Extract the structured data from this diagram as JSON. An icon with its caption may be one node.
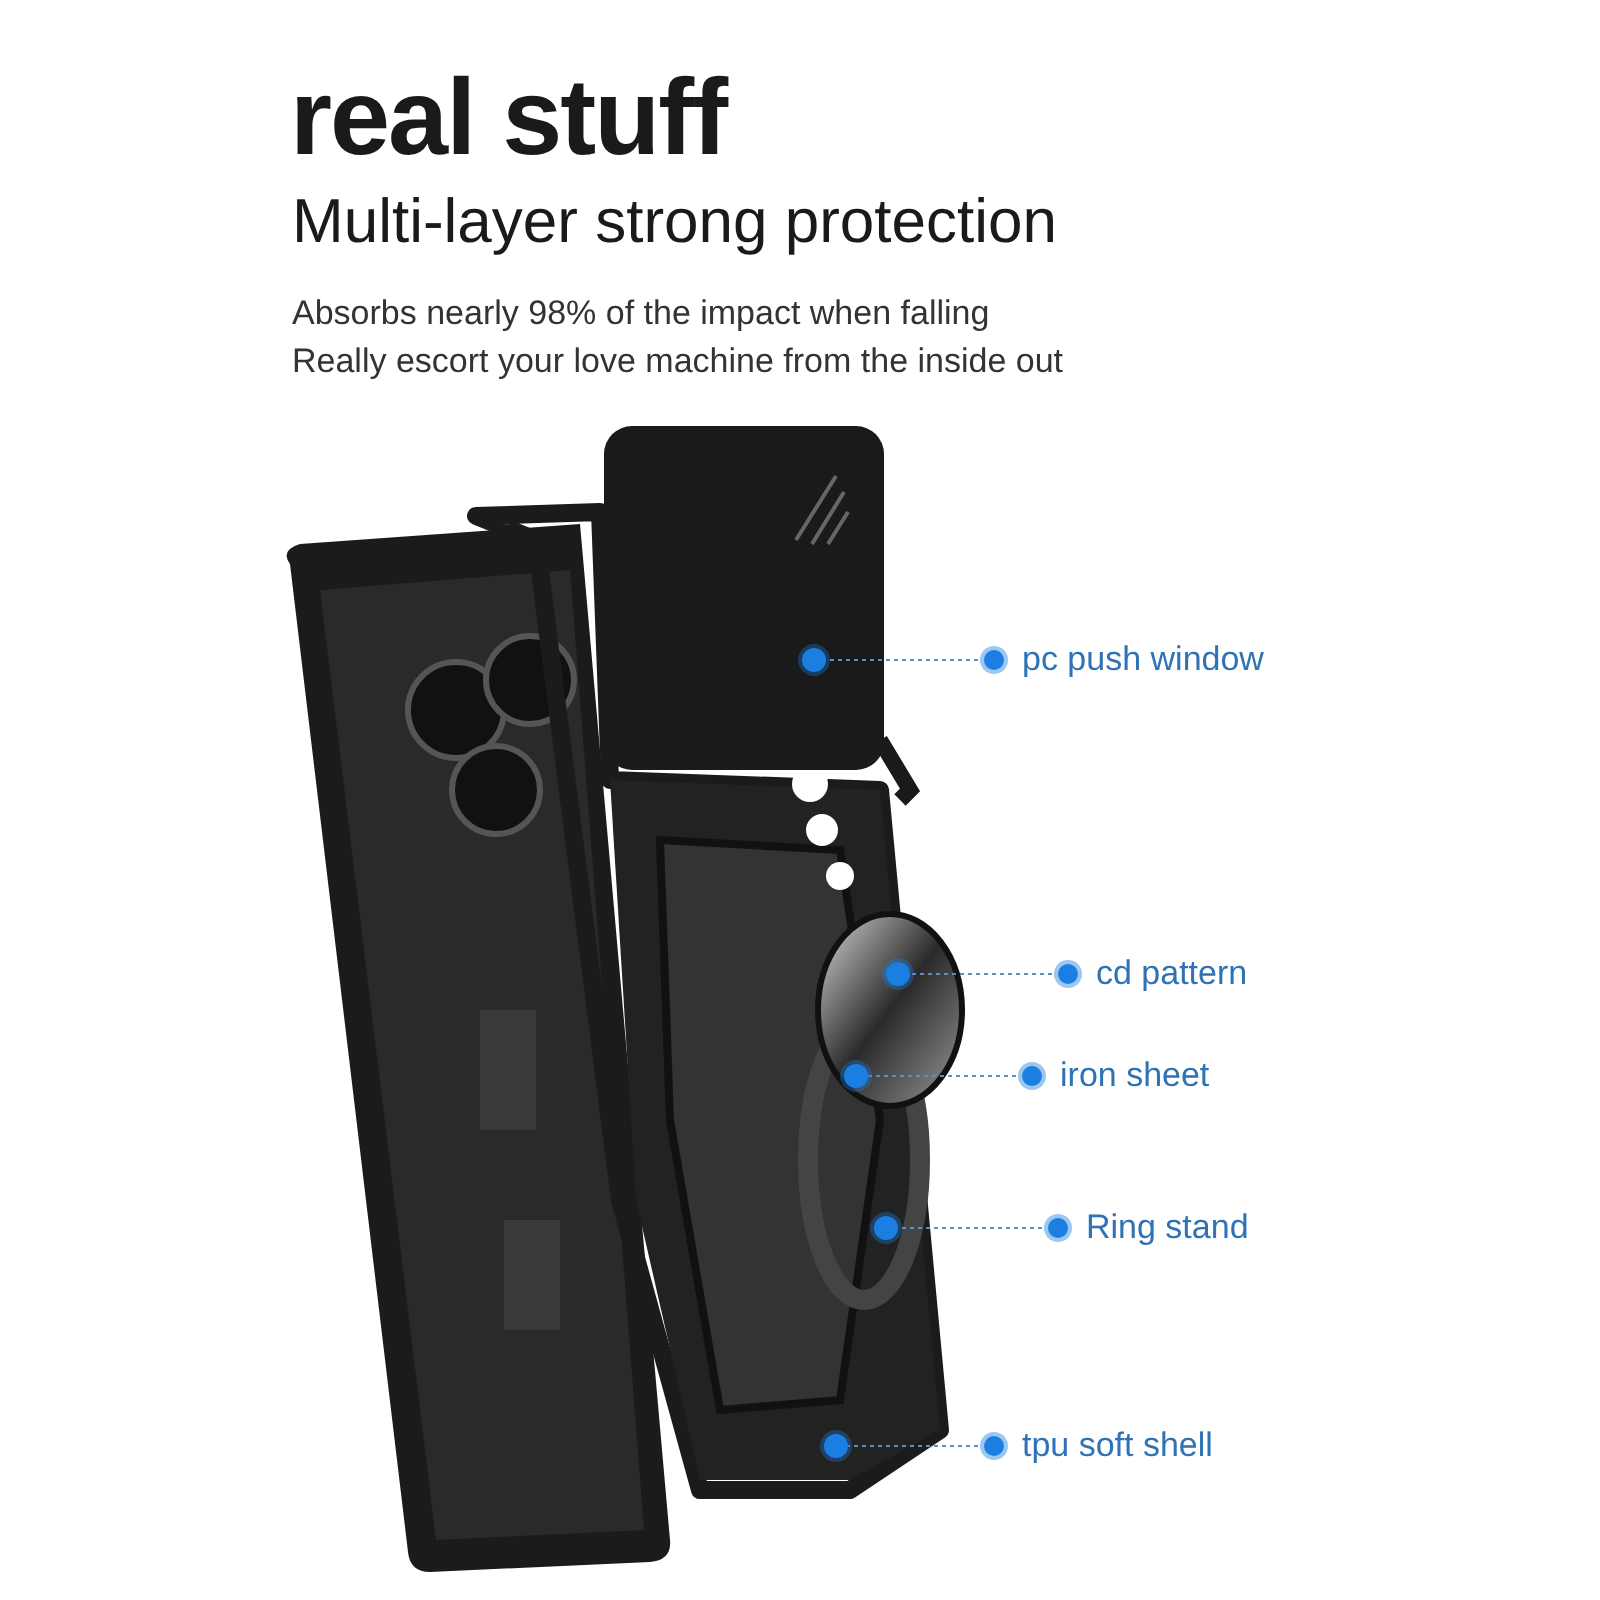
{
  "diagram": {
    "title": "real stuff",
    "nodes": [
      {
        "text": [
          "pc push window"
        ]
      },
      {
        "text": [
          "cd pattern"
        ]
      },
      {
        "text": [
          "iron sheet"
        ]
      },
      {
        "text": [
          "Ring stand"
        ]
      },
      {
        "text": [
          "tpu soft shell"
        ]
      },
      {
        "text": [],
        "shape": "circle"
      },
      {
        "text": [],
        "shape": "circle"
      },
      {
        "text": [],
        "shape": "circle"
      },
      {
        "text": [],
        "shape": "circle"
      },
      {
        "text": [],
        "shape": "circle"
      }
    ],
    "edges": [
      {
        "from": 0,
        "to": 5,
        "arrow": "other",
        "style": "dashed"
      },
      {
        "from": 1,
        "to": 6,
        "arrow": "other",
        "style": "dashed"
      },
      {
        "from": 2,
        "to": 7,
        "arrow": "other",
        "style": "dashed"
      },
      {
        "from": 3,
        "to": 8,
        "arrow": "other",
        "style": "dashed"
      },
      {
        "from": 4,
        "to": 9,
        "arrow": "other",
        "style": "dashed"
      }
    ],
    "labels": [
      "Multi-layer strong protection",
      "Absorbs nearly 98% of the impact when falling",
      "Really escort your love machine from the inside out"
    ]
  }
}
